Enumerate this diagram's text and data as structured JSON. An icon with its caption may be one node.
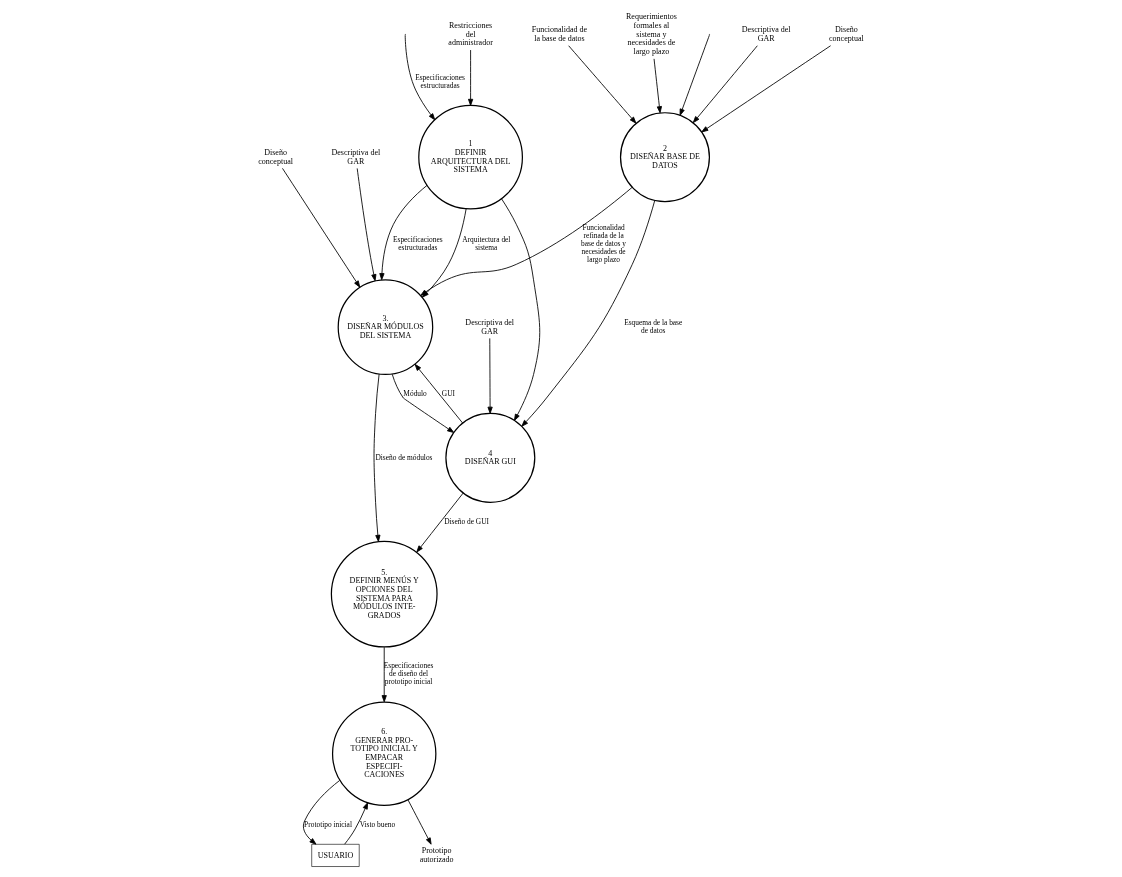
{
  "diagram": {
    "nodes": [
      {
        "text": [
          "1",
          "DEFINIR ARQUITECTURA DEL SISTEMA"
        ]
      },
      {
        "text": [
          "2",
          "DISEÑAR BASE DE DATOS"
        ]
      },
      {
        "text": [
          "3.",
          "DISEÑAR MÓDULOS DEL SISTEMA"
        ]
      },
      {
        "text": [
          "4",
          "DISEÑAR GUI"
        ]
      },
      {
        "text": [
          "5.",
          "DEFINIR MENÚS Y OPCIONES DEL SISTEMA PARA MÓDULOS INTE- GRADOS"
        ]
      },
      {
        "text": [
          "6.",
          "GENERAR PRO- TOTIPO INICIAL Y EMPACAR ESPECIFI- CACIONES"
        ]
      },
      {
        "text": [
          "USUARIO"
        ]
      },
      {
        "text": [
          "Restricciones del administrador"
        ]
      },
      {
        "text": [
          "Diseño conceptual"
        ]
      },
      {
        "text": [
          "Descriptiva del GAR"
        ]
      },
      {
        "text": [
          "Prototipo autorizado"
        ]
      },
      {
        "text": [
          "Descriptiva del GAR"
        ]
      },
      {
        "text": [
          "Diseño conceptual"
        ]
      },
      {
        "text": [
          "Funcionalidad de la base de datos"
        ]
      },
      {
        "text": [
          "Requerimientos formales al sistema y necesidades de largo plazo"
        ]
      },
      {
        "text": [
          "Descriptiva del GAR"
        ]
      }
    ],
    "edges": [
      {
        "from": 7,
        "to": 0,
        "arrow": "to"
      },
      {
        "from": 8,
        "to": 2,
        "arrow": "to"
      },
      {
        "from": 9,
        "to": 2,
        "arrow": "to"
      },
      {
        "from": 5,
        "to": 10,
        "arrow": "to"
      },
      {
        "from": 11,
        "to": 1,
        "arrow": "to"
      },
      {
        "from": 12,
        "to": 1,
        "arrow": "to"
      },
      {
        "from": 13,
        "to": 1,
        "arrow": "to"
      },
      {
        "from": 14,
        "to": 1,
        "arrow": "to"
      },
      {
        "from": 15,
        "to": 3,
        "arrow": "to"
      },
      {
        "from": null,
        "to": 0,
        "arrow": "to",
        "label": "Especificaciones estructuradas"
      },
      {
        "from": null,
        "to": 1,
        "arrow": "to"
      },
      {
        "from": 0,
        "to": 2,
        "arrow": "to",
        "label": "Arquitectura del sistema"
      },
      {
        "from": 0,
        "to": 2,
        "arrow": "to",
        "label": "Especificaciones estructuradas"
      },
      {
        "from": 0,
        "to": 3,
        "arrow": "to"
      },
      {
        "from": 1,
        "to": 2,
        "arrow": "to",
        "label": "Funcionalidad refinada de la base de datos y necesidades de largo plazo"
      },
      {
        "from": 1,
        "to": 3,
        "arrow": "to",
        "label": "Esquema de la base de datos"
      },
      {
        "from": 2,
        "to": 4,
        "arrow": "to",
        "label": "Diseño de módulos"
      },
      {
        "from": 2,
        "to": 3,
        "arrow": "to",
        "label": "Módulo"
      },
      {
        "from": 3,
        "to": 2,
        "arrow": "to",
        "label": "GUI"
      },
      {
        "from": 3,
        "to": 4,
        "arrow": "to",
        "label": "Diseño de GUI"
      },
      {
        "from": 4,
        "to": 5,
        "arrow": "to",
        "label": "Especificaciones de diseño del prototipo inicial"
      },
      {
        "from": 5,
        "to": 6,
        "arrow": "to",
        "label": "Prototipo inicial"
      },
      {
        "from": 6,
        "to": 5,
        "arrow": "to",
        "label": "Visto bueno"
      }
    ]
  }
}
